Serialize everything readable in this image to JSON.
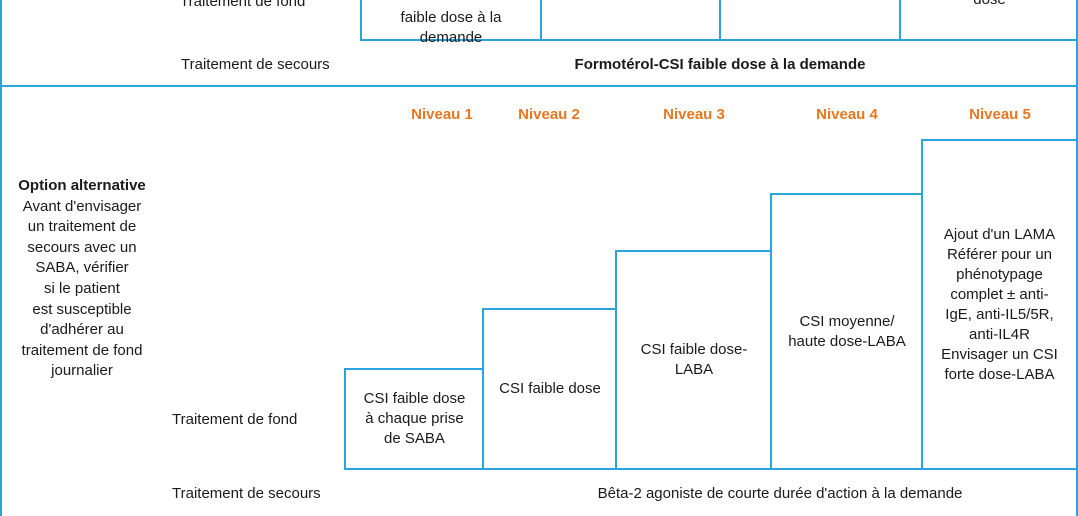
{
  "top_section": {
    "controller_label": "Traitement de fond",
    "cells": [
      "faible dose à la\ndemande",
      "",
      "",
      "dose"
    ],
    "reliever_label": "Traitement de secours",
    "reliever_value": "Formotérol-CSI faible dose à la demande"
  },
  "alt_section": {
    "side_title": "Option alternative",
    "side_text": "Avant d'envisager\nun traitement de\nsecours avec un\nSABA, vérifier\nsi le patient\nest susceptible\nd'adhérer au\ntraitement de fond\njournalier",
    "levels": [
      "Niveau 1",
      "Niveau 2",
      "Niveau 3",
      "Niveau 4",
      "Niveau 5"
    ],
    "steps": [
      "CSI faible dose\nà chaque prise\nde SABA",
      "CSI faible dose",
      "CSI faible dose-\nLABA",
      "CSI moyenne/\nhaute dose-LABA",
      "Ajout d'un LAMA\nRéférer pour un\nphénotypage\ncomplet ± anti-\nIgE, anti-IL5/5R,\nanti-IL4R\nEnvisager un CSI\nforte dose-LABA"
    ],
    "controller_label": "Traitement de fond",
    "reliever_label": "Traitement de secours",
    "reliever_value": "Bêta-2 agoniste de courte durée d'action à la demande"
  },
  "colors": {
    "border": "#2ba3dc",
    "level": "#e87722",
    "text": "#1a1a1a"
  }
}
